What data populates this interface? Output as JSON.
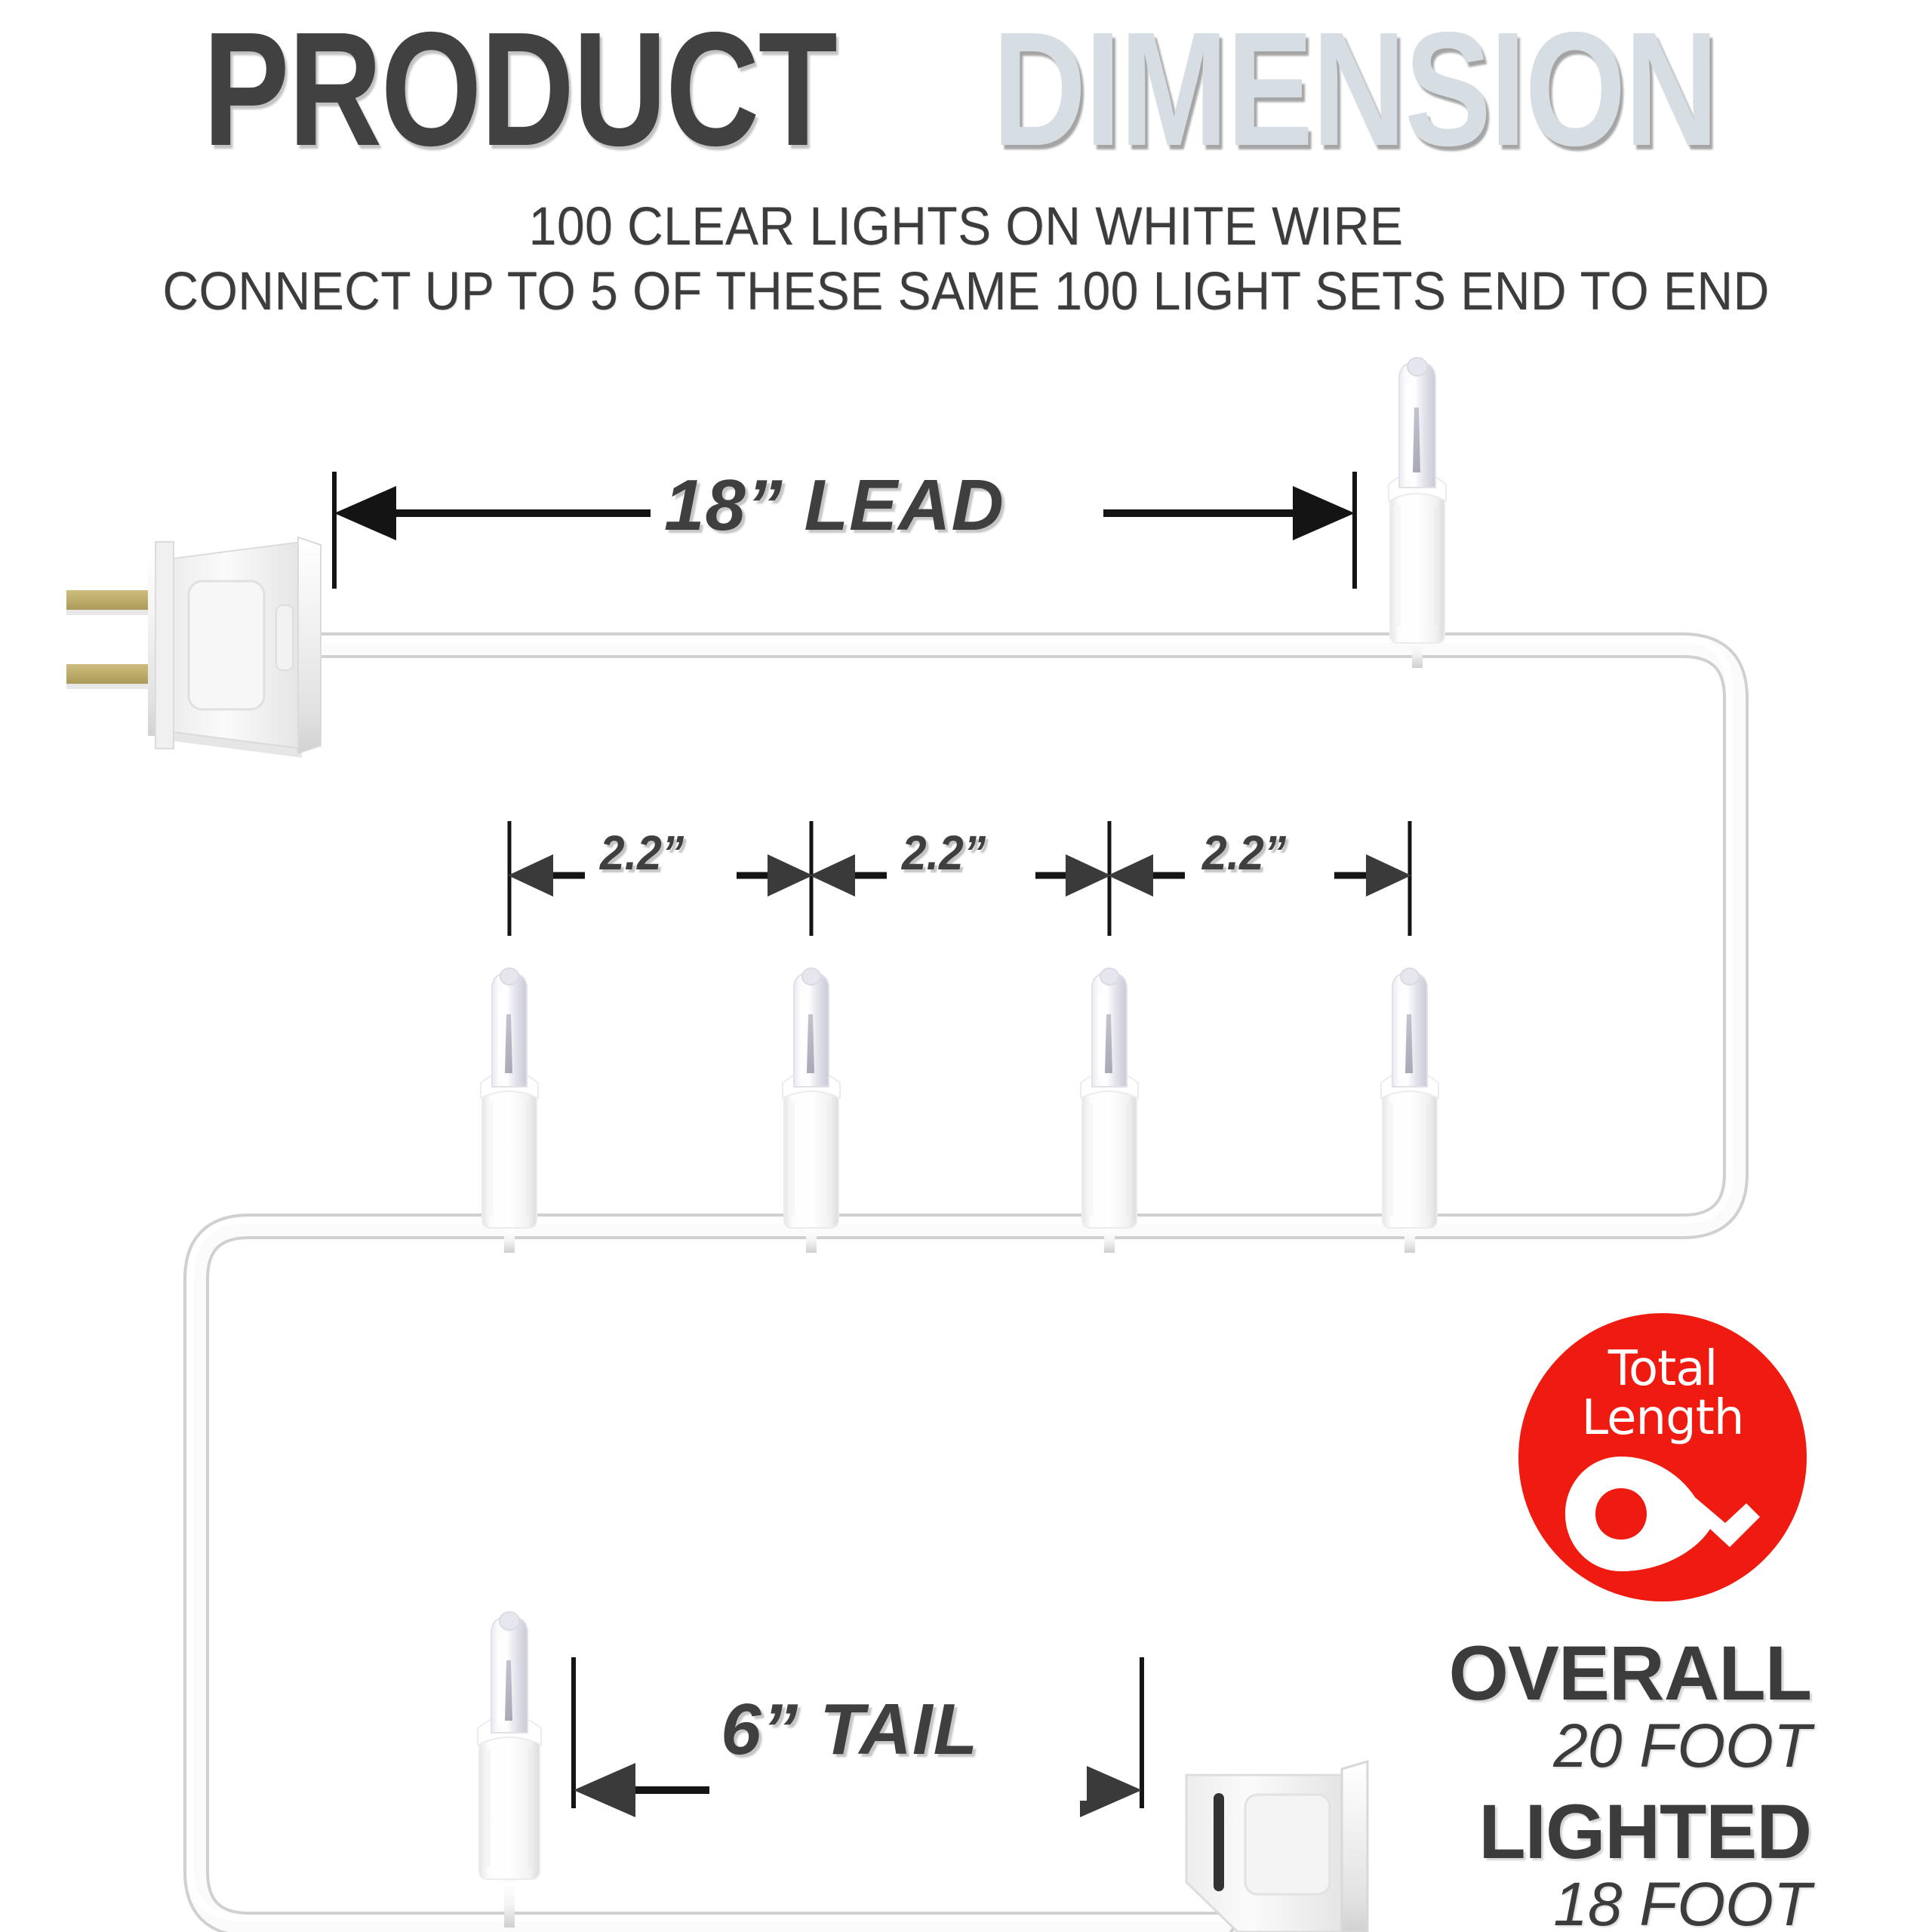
{
  "header": {
    "title_part1": "PRODUCT",
    "title_part2": "DIMENSION",
    "subtitle_line1": "100 CLEAR LIGHTS ON WHITE WIRE",
    "subtitle_line2": "CONNECT UP TO 5 OF THESE SAME 100 LIGHT SETS END TO END"
  },
  "dimensions": {
    "lead": "18” LEAD",
    "tail": "6” TAIL",
    "spacing": [
      "2.2”",
      "2.2”",
      "2.2”"
    ]
  },
  "badge": {
    "line1": "Total",
    "line2": "Length",
    "icon": "tape-measure-icon",
    "color": "#f01b10"
  },
  "specs": {
    "overall_label": "OVERALL",
    "overall_value": "20 FOOT",
    "lighted_label": "LIGHTED",
    "lighted_value": "18 FOOT"
  },
  "colors": {
    "title_dark": "#414141",
    "title_light": "#d6dee4",
    "badge_red": "#f01b10",
    "wire_white": "#f2f2f2",
    "prong_brass": "#bfae6e",
    "text_dark": "#3c3c3c"
  },
  "product": {
    "plug": "male-plug",
    "end_connector": "female-connector",
    "bulbs_shown": 6
  }
}
